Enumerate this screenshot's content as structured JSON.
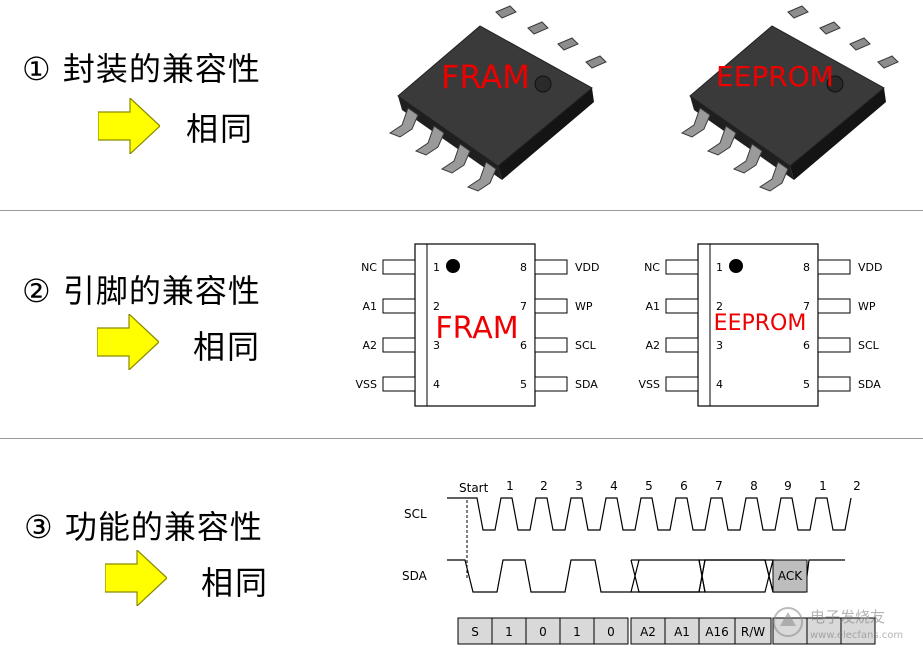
{
  "sections": [
    {
      "heading": "① 封装的兼容性",
      "result": "相同"
    },
    {
      "heading": "② 引脚的兼容性",
      "result": "相同"
    },
    {
      "heading": "③ 功能的兼容性",
      "result": "相同"
    }
  ],
  "packages": [
    {
      "label": "FRAM"
    },
    {
      "label": "EEPROM"
    }
  ],
  "pinouts": [
    {
      "label": "FRAM",
      "left_pins": [
        {
          "name": "NC",
          "num": "1"
        },
        {
          "name": "A1",
          "num": "2"
        },
        {
          "name": "A2",
          "num": "3"
        },
        {
          "name": "VSS",
          "num": "4"
        }
      ],
      "right_pins": [
        {
          "name": "VDD",
          "num": "8"
        },
        {
          "name": "WP",
          "num": "7"
        },
        {
          "name": "SCL",
          "num": "6"
        },
        {
          "name": "SDA",
          "num": "5"
        }
      ]
    },
    {
      "label": "EEPROM",
      "left_pins": [
        {
          "name": "NC",
          "num": "1"
        },
        {
          "name": "A1",
          "num": "2"
        },
        {
          "name": "A2",
          "num": "3"
        },
        {
          "name": "VSS",
          "num": "4"
        }
      ],
      "right_pins": [
        {
          "name": "VDD",
          "num": "8"
        },
        {
          "name": "WP",
          "num": "7"
        },
        {
          "name": "SCL",
          "num": "6"
        },
        {
          "name": "SDA",
          "num": "5"
        }
      ]
    }
  ],
  "timing": {
    "start_label": "Start",
    "clock_numbers": [
      "1",
      "2",
      "3",
      "4",
      "5",
      "6",
      "7",
      "8",
      "9",
      "1",
      "2"
    ],
    "scl_label": "SCL",
    "sda_label": "SDA",
    "ack_label": "ACK",
    "bits": [
      "S",
      "1",
      "0",
      "1",
      "0",
      "A2",
      "A1",
      "A16",
      "R/W",
      "",
      "",
      ""
    ]
  },
  "watermark": {
    "text_cn": "电子发烧友",
    "text_en": "www.elecfans.com"
  },
  "colors": {
    "arrow_fill": "#ffff00",
    "chip_label": "#ee0000",
    "ack_fill": "#bdbdbd",
    "bit_fill": "#d9d9d9",
    "divider": "#9a9a9a"
  }
}
